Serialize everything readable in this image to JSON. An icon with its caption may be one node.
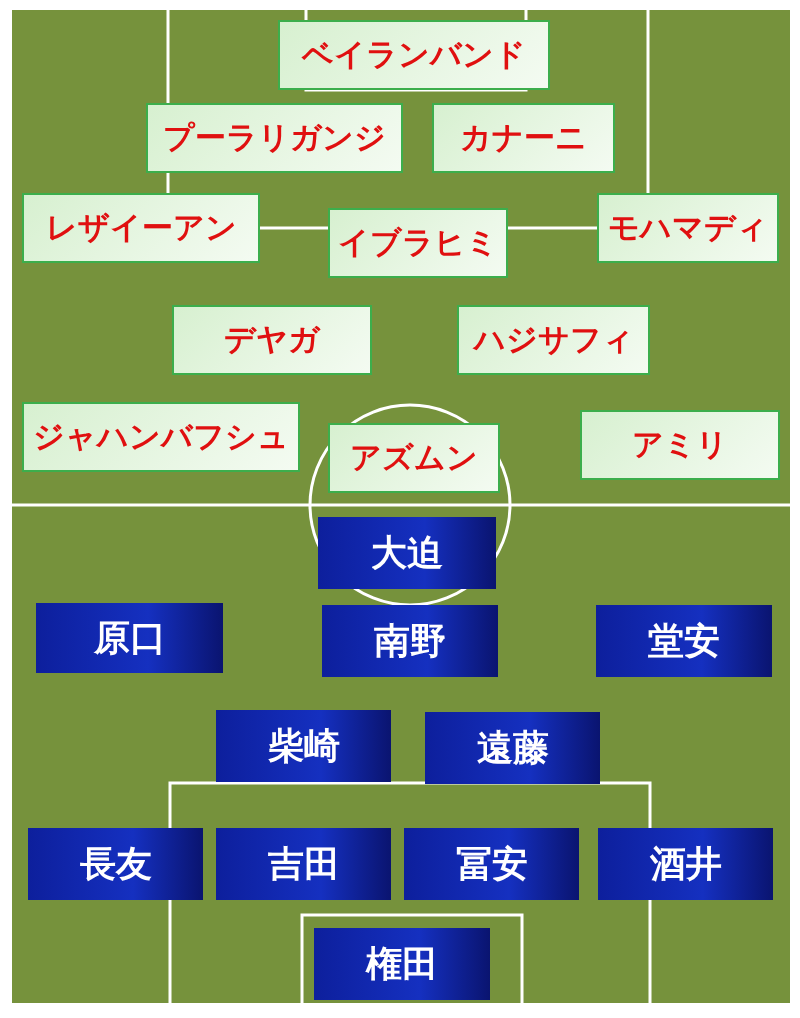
{
  "diagram": {
    "nodes": [
      {
        "text": [
          "ベイランバンド"
        ]
      },
      {
        "text": [
          "プーラリガンジ"
        ]
      },
      {
        "text": [
          "カナーニ"
        ]
      },
      {
        "text": [
          "レザイーアン"
        ]
      },
      {
        "text": [
          "イブラヒミ"
        ]
      },
      {
        "text": [
          "モハマディ"
        ]
      },
      {
        "text": [
          "デヤガ"
        ]
      },
      {
        "text": [
          "ハジサフィ"
        ]
      },
      {
        "text": [
          "ジャハンバフシュ"
        ]
      },
      {
        "text": [
          "アズムン"
        ]
      },
      {
        "text": [
          "アミリ"
        ]
      },
      {
        "text": [
          "大迫"
        ]
      },
      {
        "text": [
          "原口"
        ]
      },
      {
        "text": [
          "南野"
        ]
      },
      {
        "text": [
          "堂安"
        ]
      },
      {
        "text": [
          "柴崎"
        ]
      },
      {
        "text": [
          "遠藤"
        ]
      },
      {
        "text": [
          "長友"
        ]
      },
      {
        "text": [
          "吉田"
        ]
      },
      {
        "text": [
          "冨安"
        ]
      },
      {
        "text": [
          "酒井"
        ]
      },
      {
        "text": [
          "権田"
        ]
      }
    ]
  }
}
